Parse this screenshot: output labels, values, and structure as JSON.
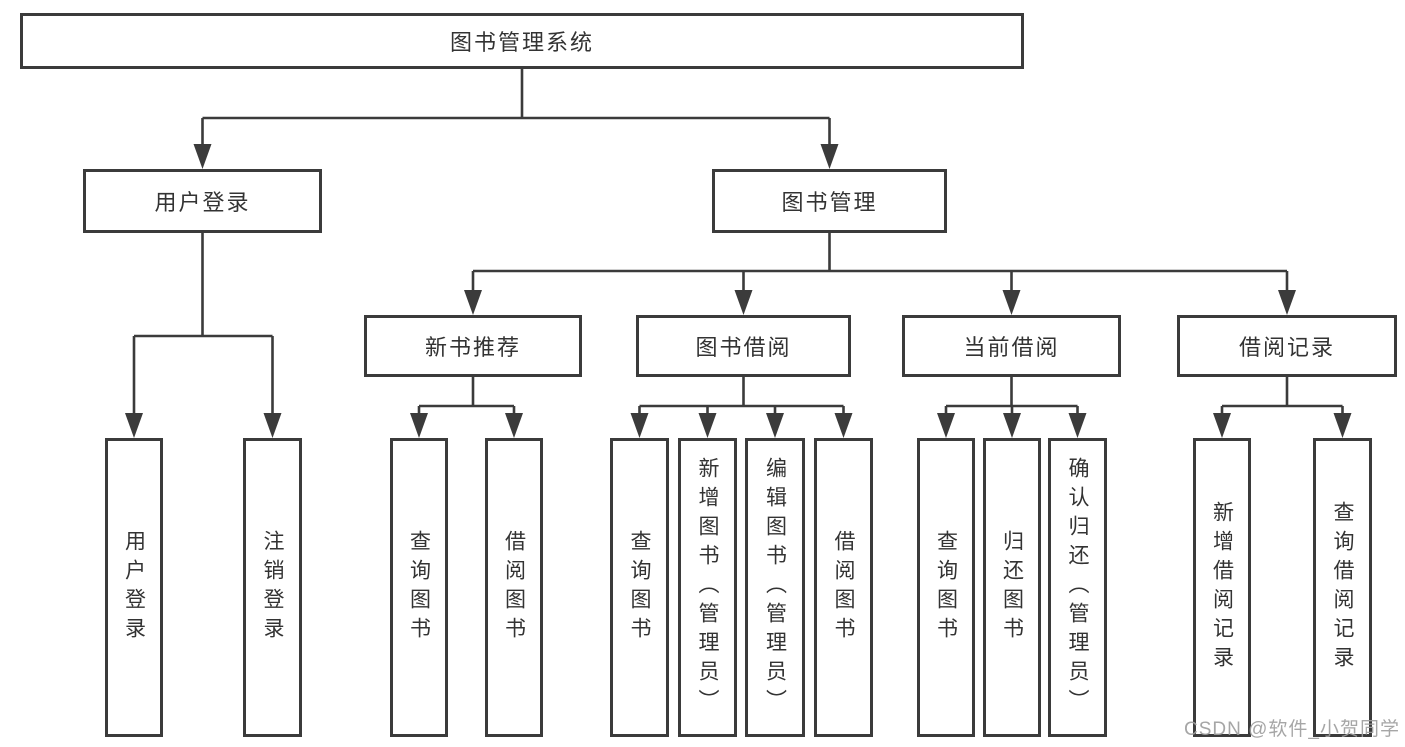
{
  "diagram": {
    "root": {
      "label": "图书管理系统"
    },
    "branches": [
      {
        "label": "用户登录",
        "children": [
          {
            "label": "用户登录"
          },
          {
            "label": "注销登录"
          }
        ]
      },
      {
        "label": "图书管理",
        "children": [
          {
            "label": "新书推荐",
            "children": [
              {
                "label": "查询图书"
              },
              {
                "label": "借阅图书"
              }
            ]
          },
          {
            "label": "图书借阅",
            "children": [
              {
                "label": "查询图书"
              },
              {
                "label": "新增图书（管理员）"
              },
              {
                "label": "编辑图书（管理员）"
              },
              {
                "label": "借阅图书"
              }
            ]
          },
          {
            "label": "当前借阅",
            "children": [
              {
                "label": "查询图书"
              },
              {
                "label": "归还图书"
              },
              {
                "label": "确认归还（管理员）"
              }
            ]
          },
          {
            "label": "借阅记录",
            "children": [
              {
                "label": "新增借阅记录"
              },
              {
                "label": "查询借阅记录"
              }
            ]
          }
        ]
      }
    ]
  },
  "watermark": {
    "text": "CSDN @软件_小贺同学"
  },
  "colors": {
    "line": "#3b3b3b",
    "text": "#333333",
    "node_fill": "#ffffff",
    "watermark": "#9e9e9e"
  }
}
